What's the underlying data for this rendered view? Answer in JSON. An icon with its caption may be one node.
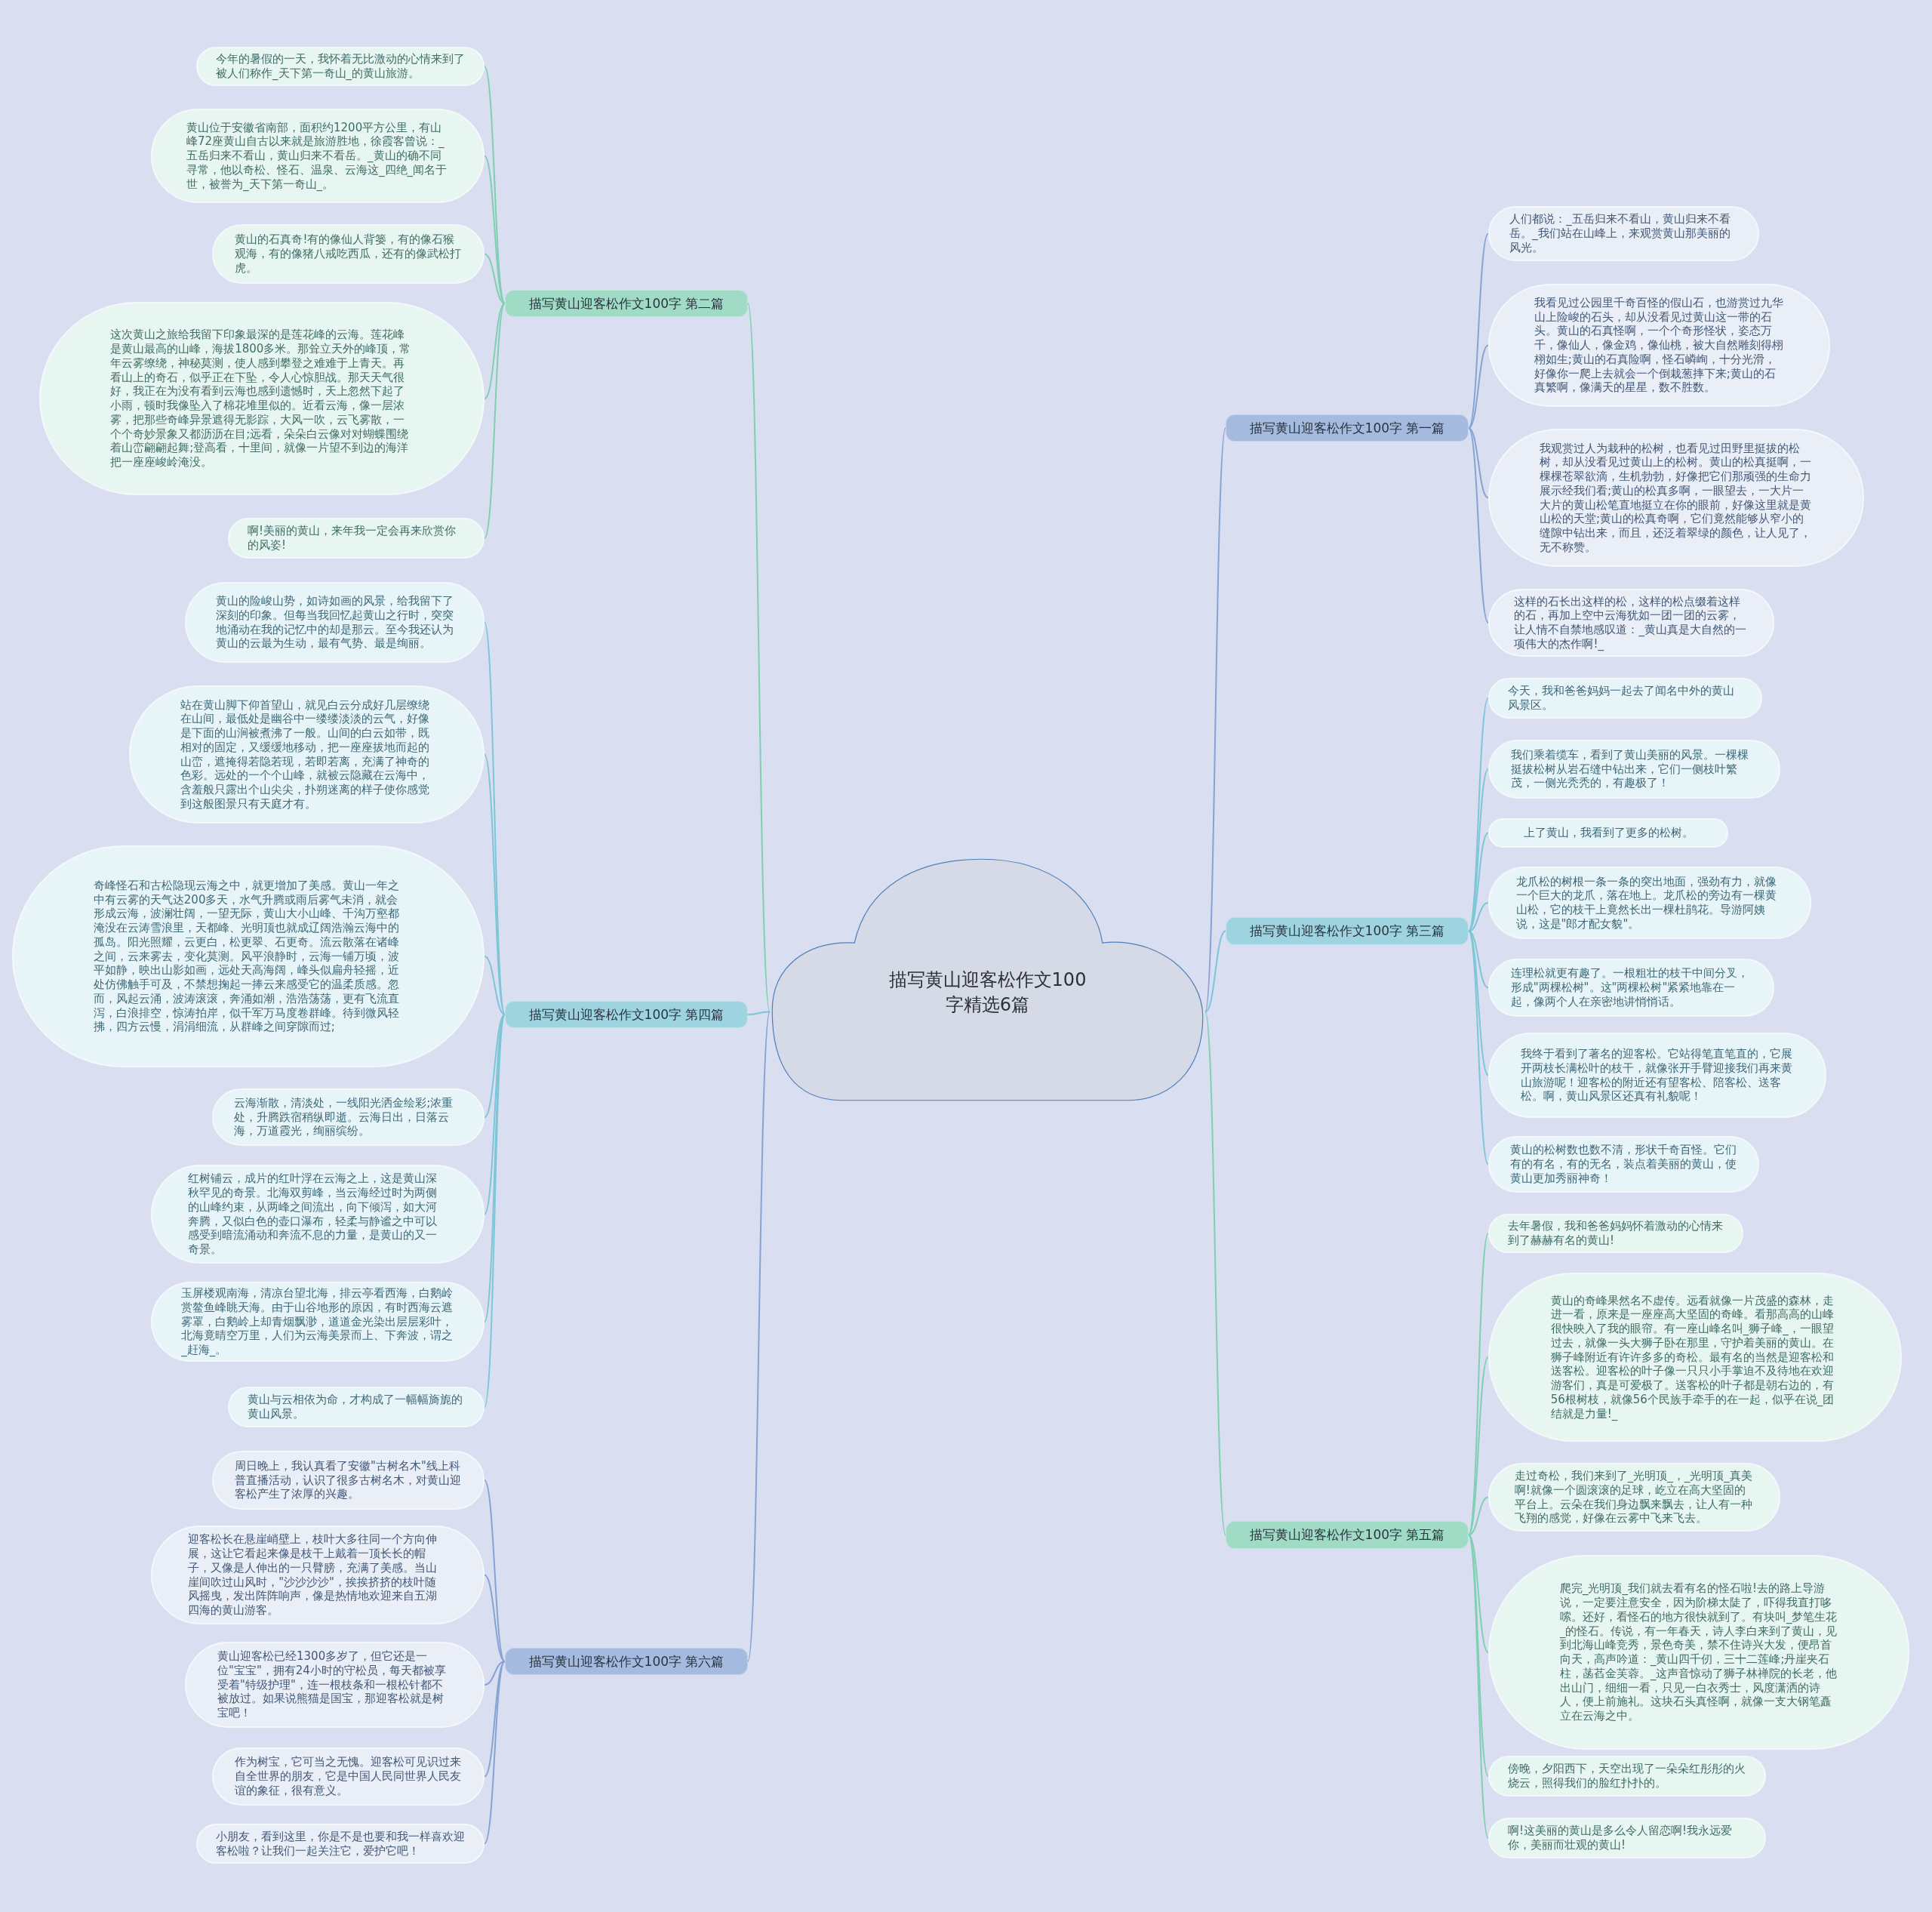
{
  "diagram": {
    "nodes": [
      {
        "text": [
          "描写黄山迎客松作文100字精选6篇"
        ]
      },
      {
        "text": [
          "描写黄山迎客松作文100字 第二篇"
        ]
      },
      {
        "text": [
          "今年的暑假的一天，我怀着无比激动的心情来到了被人们称作_天下第一奇山_的黄山旅游。"
        ]
      },
      {
        "text": [
          "黄山位于安徽省南部，面积约1200平方公里，有山峰72座黄山自古以来就是旅游胜地，徐霞客曾说：_五岳归来不看山，黄山归来不看岳。_黄山的确不同寻常，他以奇松、怪石、温泉、云海这_四绝_闻名于世，被誉为_天下第一奇山_。"
        ]
      },
      {
        "text": [
          "黄山的石真奇!有的像仙人背篓，有的像石猴观海，有的像猪八戒吃西瓜，还有的像武松打虎。"
        ]
      },
      {
        "text": [
          "这次黄山之旅给我留下印象最深的是莲花峰的云海。莲花峰是黄山最高的山峰，海拔1800多米。那耸立天外的峰顶，常年云雾缭绕，神秘莫测，使人感到攀登之难难于上青天。再看山上的奇石，似乎正在下坠，令人心惊胆战。那天天气很好，我正在为没有看到云海也感到遗憾时，天上忽然下起了小雨，顿时我像坠入了棉花堆里似的。近看云海，像一层浓雾，把那些奇峰异景遮得无影踪，大风一吹，云飞雾散，一个个奇妙景象又都沥沥在目;远看，朵朵白云像对对蝴蝶围绕着山峦翩翩起舞;登高看，十里间，就像一片望不到边的海洋把一座座峻岭淹没。"
        ]
      },
      {
        "text": [
          "啊!美丽的黄山，来年我一定会再来欣赏你的风姿!"
        ]
      },
      {
        "text": [
          "描写黄山迎客松作文100字 第四篇"
        ]
      },
      {
        "text": [
          "黄山的险峻山势，如诗如画的风景，给我留下了深刻的印象。但每当我回忆起黄山之行时，突突地涌动在我的记忆中的却是那云。至今我还认为黄山的云最为生动，最有气势、最是绚丽。"
        ]
      },
      {
        "text": [
          "站在黄山脚下仰首望山，就见白云分成好几层缭绕在山间，最低处是幽谷中一缕缕淡淡的云气，好像是下面的山涧被煮沸了一般。山间的白云如带，既相对的固定，又缓缓地移动，把一座座拔地而起的山峦，遮掩得若隐若现，若即若离，充满了神奇的色彩。远处的一个个山峰，就被云隐藏在云海中，含羞般只露出个山尖尖，扑朔迷离的样子使你感觉到这般图景只有天庭才有。"
        ]
      },
      {
        "text": [
          "奇峰怪石和古松隐现云海之中，就更增加了美感。黄山一年之中有云雾的天气达200多天，水气升腾或雨后雾气未消，就会形成云海，波澜壮阔，一望无际，黄山大小山峰、千沟万壑都淹没在云涛雪浪里，天都峰、光明顶也就成辽阔浩瀚云海中的孤岛。阳光照耀，云更白，松更翠、石更奇。流云散落在诸峰之间，云来雾去，变化莫测。风平浪静时，云海一铺万顷，波平如静，映出山影如画，远处天高海阔，峰头似扁舟轻摇，近处仿佛触手可及，不禁想掬起一捧云来感受它的温柔质感。忽而，风起云涌，波涛滚滚，奔涌如潮，浩浩荡荡，更有飞流直泻，白浪排空，惊涛拍岸，似千军万马度卷群峰。待到微风轻拂，四方云慢，涓涓细流，从群峰之间穿隙而过;"
        ]
      },
      {
        "text": [
          "云海渐散，清淡处，一线阳光洒金绘彩;浓重处，升腾跌宿稍纵即逝。云海日出，日落云海，万道霞光，绚丽缤纷。"
        ]
      },
      {
        "text": [
          "红树铺云，成片的红叶浮在云海之上，这是黄山深秋罕见的奇景。北海双剪峰，当云海经过时为两侧的山峰约束，从两峰之间流出，向下倾泻，如大河奔腾，又似白色的壶口瀑布，轻柔与静谧之中可以感受到暗流涌动和奔流不息的力量，是黄山的又一奇景。"
        ]
      },
      {
        "text": [
          "玉屏楼观南海，清凉台望北海，排云亭看西海，白鹅岭赏鳌鱼峰眺天海。由于山谷地形的原因，有时西海云遮雾罩，白鹅岭上却青烟飘渺，道道金光染出层层彩叶，北海竟晴空万里，人们为云海美景而上、下奔波，谓之_赶海_。"
        ]
      },
      {
        "text": [
          "黄山与云相依为命，才构成了一幅幅旖旎的黄山风景。"
        ]
      },
      {
        "text": [
          "描写黄山迎客松作文100字 第六篇"
        ]
      },
      {
        "text": [
          "周日晚上，我认真看了安徽\"古树名木\"线上科普直播活动，认识了很多古树名木，对黄山迎客松产生了浓厚的兴趣。"
        ]
      },
      {
        "text": [
          "迎客松长在悬崖峭壁上，枝叶大多往同一个方向伸展，这让它看起来像是枝干上戴着一顶长长的帽子，又像是人伸出的一只臂膀，充满了美感。当山崖间吹过山风时，\"沙沙沙沙\"，挨挨挤挤的枝叶随风摇曳，发出阵阵响声，像是热情地欢迎来自五湖四海的黄山游客。"
        ]
      },
      {
        "text": [
          "黄山迎客松已经1300多岁了，但它还是一位\"宝宝\"，拥有24小时的守松员，每天都被享受着\"特级护理\"，连一根枝条和一根松针都不被放过。如果说熊猫是国宝，那迎客松就是树宝吧！"
        ]
      },
      {
        "text": [
          "作为树宝，它可当之无愧。迎客松可见识过来自全世界的朋友，它是中国人民同世界人民友谊的象征，很有意义。"
        ]
      },
      {
        "text": [
          "小朋友，看到这里，你是不是也要和我一样喜欢迎客松啦？让我们一起关注它，爱护它吧！"
        ]
      },
      {
        "text": [
          "描写黄山迎客松作文100字 第一篇"
        ]
      },
      {
        "text": [
          "人们都说：_五岳归来不看山，黄山归来不看岳。_我们站在山峰上，来观赏黄山那美丽的风光。"
        ]
      },
      {
        "text": [
          "我看见过公园里千奇百怪的假山石，也游赏过九华山上险峻的石头，却从没看见过黄山这一带的石头。黄山的石真怪啊，一个个奇形怪状，姿态万千，像仙人，像金鸡，像仙桃，被大自然雕刻得栩栩如生;黄山的石真险啊，怪石嶙峋，十分光滑，好像你一爬上去就会一个倒栽葱摔下来;黄山的石真繁啊，像满天的星星，数不胜数。"
        ]
      },
      {
        "text": [
          "我观赏过人为栽种的松树，也看见过田野里挺拔的松树，却从没看见过黄山上的松树。黄山的松真挺啊，一棵棵苍翠欲滴，生机勃勃，好像把它们那顽强的生命力展示经我们看;黄山的松真多啊，一眼望去，一大片一大片的黄山松笔直地挺立在你的眼前，好像这里就是黄山松的天堂;黄山的松真奇啊，它们竟然能够从窄小的缝隙中钻出来，而且，还泛着翠绿的颜色，让人见了，无不称赞。"
        ]
      },
      {
        "text": [
          "这样的石长出这样的松，这样的松点缀着这样的石，再加上空中云海犹如一团一团的云雾，让人情不自禁地感叹道：_黄山真是大自然的一项伟大的杰作啊!_"
        ]
      },
      {
        "text": [
          "描写黄山迎客松作文100字 第三篇"
        ]
      },
      {
        "text": [
          "今天，我和爸爸妈妈一起去了闻名中外的黄山风景区。"
        ]
      },
      {
        "text": [
          "我们乘着缆车，看到了黄山美丽的风景。一棵棵挺拔松树从岩石缝中钻出来，它们一侧枝叶繁茂，一侧光秃秃的，有趣极了！"
        ]
      },
      {
        "text": [
          "上了黄山，我看到了更多的松树。"
        ]
      },
      {
        "text": [
          "龙爪松的树根一条一条的突出地面，强劲有力，就像一个巨大的龙爪，落在地上。龙爪松的旁边有一棵黄山松，它的枝干上竟然长出一棵杜鹃花。导游阿姨说，这是\"郎才配女貌\"。"
        ]
      },
      {
        "text": [
          "连理松就更有趣了。一根粗壮的枝干中间分叉，形成\"两棵松树\"。这\"两棵松树\"紧紧地靠在一起，像两个人在亲密地讲悄悄话。"
        ]
      },
      {
        "text": [
          "我终于看到了著名的迎客松。它站得笔直笔直的，它展开两枝长满松叶的枝干，就像张开手臂迎接我们再来黄山旅游呢！迎客松的附近还有望客松、陪客松、送客松。啊，黄山风景区还真有礼貌呢！"
        ]
      },
      {
        "text": [
          "黄山的松树数也数不清，形状千奇百怪。它们有的有名，有的无名，装点着美丽的黄山，使黄山更加秀丽神奇！"
        ]
      },
      {
        "text": [
          "描写黄山迎客松作文100字 第五篇"
        ]
      },
      {
        "text": [
          "去年暑假，我和爸爸妈妈怀着激动的心情来到了赫赫有名的黄山!"
        ]
      },
      {
        "text": [
          "黄山的奇峰果然名不虚传。远看就像一片茂盛的森林，走进一看，原来是一座座高大坚固的奇峰。看那高高的山峰很快映入了我的眼帘。有一座山峰名叫_狮子峰_，一眼望过去，就像一头大狮子卧在那里，守护着美丽的黄山。在狮子峰附近有许许多多的奇松。最有名的当然是迎客松和送客松。迎客松的叶子像一只只小手掌迫不及待地在欢迎游客们，真是可爱极了。送客松的叶子都是朝右边的，有56根树枝，就像56个民族手牵手的在一起，似乎在说_团结就是力量!_"
        ]
      },
      {
        "text": [
          "走过奇松，我们来到了_光明顶_，_光明顶_真美啊!就像一个圆滚滚的足球，屹立在高大坚固的平台上。云朵在我们身边飘来飘去，让人有一种飞翔的感觉，好像在云雾中飞来飞去。"
        ]
      },
      {
        "text": [
          "爬完_光明顶_我们就去看有名的怪石啦!去的路上导游说，一定要注意安全，因为阶梯太陡了，吓得我直打哆嗦。还好，看怪石的地方很快就到了。有块叫_梦笔生花_的怪石。传说，有一年春天，诗人李白来到了黄山，见到北海山峰竞秀，景色奇美，禁不住诗兴大发，便昂首向天，高声吟道：_黄山四千仞，三十二莲峰;丹崖夹石柱，菡萏金芙蓉。_这声音惊动了狮子林禅院的长老，他出山门，细细一看，只见一白衣秀士，风度潇洒的诗人，便上前施礼。这块石头真怪啊，就像一支大钢笔矗立在云海之中。"
        ]
      },
      {
        "text": [
          "傍晚，夕阳西下，天空出现了一朵朵红彤彤的火烧云，照得我们的脸红扑扑的。"
        ]
      },
      {
        "text": [
          "啊!这美丽的黄山是多么令人留恋啊!我永远爱你，美丽而壮观的黄山!"
        ]
      }
    ],
    "edges": [
      {
        "from": 0,
        "to": 1,
        "arrow": "none",
        "color": "#7fcfb2"
      },
      {
        "from": 0,
        "to": 7,
        "arrow": "none",
        "color": "#7cc6d6"
      },
      {
        "from": 0,
        "to": 15,
        "arrow": "none",
        "color": "#86a3d4"
      },
      {
        "from": 0,
        "to": 21,
        "arrow": "none",
        "color": "#86a3d4"
      },
      {
        "from": 0,
        "to": 26,
        "arrow": "none",
        "color": "#7cc6d6"
      },
      {
        "from": 0,
        "to": 34,
        "arrow": "none",
        "color": "#7fcfb2"
      },
      {
        "from": 1,
        "to": 2,
        "arrow": "none",
        "color": "#7fcfb2"
      },
      {
        "from": 1,
        "to": 3,
        "arrow": "none",
        "color": "#7fcfb2"
      },
      {
        "from": 1,
        "to": 4,
        "arrow": "none",
        "color": "#7fcfb2"
      },
      {
        "from": 1,
        "to": 5,
        "arrow": "none",
        "color": "#7fcfb2"
      },
      {
        "from": 1,
        "to": 6,
        "arrow": "none",
        "color": "#7fcfb2"
      },
      {
        "from": 7,
        "to": 8,
        "arrow": "none",
        "color": "#7cc6d6"
      },
      {
        "from": 7,
        "to": 9,
        "arrow": "none",
        "color": "#7cc6d6"
      },
      {
        "from": 7,
        "to": 10,
        "arrow": "none",
        "color": "#7cc6d6"
      },
      {
        "from": 7,
        "to": 11,
        "arrow": "none",
        "color": "#7cc6d6"
      },
      {
        "from": 7,
        "to": 12,
        "arrow": "none",
        "color": "#7cc6d6"
      },
      {
        "from": 7,
        "to": 13,
        "arrow": "none",
        "color": "#7cc6d6"
      },
      {
        "from": 7,
        "to": 14,
        "arrow": "none",
        "color": "#7cc6d6"
      },
      {
        "from": 15,
        "to": 16,
        "arrow": "none",
        "color": "#86a3d4"
      },
      {
        "from": 15,
        "to": 17,
        "arrow": "none",
        "color": "#86a3d4"
      },
      {
        "from": 15,
        "to": 18,
        "arrow": "none",
        "color": "#86a3d4"
      },
      {
        "from": 15,
        "to": 19,
        "arrow": "none",
        "color": "#86a3d4"
      },
      {
        "from": 15,
        "to": 20,
        "arrow": "none",
        "color": "#86a3d4"
      },
      {
        "from": 21,
        "to": 22,
        "arrow": "none",
        "color": "#86a3d4"
      },
      {
        "from": 21,
        "to": 23,
        "arrow": "none",
        "color": "#86a3d4"
      },
      {
        "from": 21,
        "to": 24,
        "arrow": "none",
        "color": "#86a3d4"
      },
      {
        "from": 21,
        "to": 25,
        "arrow": "none",
        "color": "#86a3d4"
      },
      {
        "from": 26,
        "to": 27,
        "arrow": "none",
        "color": "#7cc6d6"
      },
      {
        "from": 26,
        "to": 28,
        "arrow": "none",
        "color": "#7cc6d6"
      },
      {
        "from": 26,
        "to": 29,
        "arrow": "none",
        "color": "#7cc6d6"
      },
      {
        "from": 26,
        "to": 30,
        "arrow": "none",
        "color": "#7cc6d6"
      },
      {
        "from": 26,
        "to": 31,
        "arrow": "none",
        "color": "#7cc6d6"
      },
      {
        "from": 26,
        "to": 32,
        "arrow": "none",
        "color": "#7cc6d6"
      },
      {
        "from": 26,
        "to": 33,
        "arrow": "none",
        "color": "#7cc6d6"
      },
      {
        "from": 34,
        "to": 35,
        "arrow": "none",
        "color": "#7fcfb2"
      },
      {
        "from": 34,
        "to": 36,
        "arrow": "none",
        "color": "#7fcfb2"
      },
      {
        "from": 34,
        "to": 37,
        "arrow": "none",
        "color": "#7fcfb2"
      },
      {
        "from": 34,
        "to": 38,
        "arrow": "none",
        "color": "#7fcfb2"
      },
      {
        "from": 34,
        "to": 39,
        "arrow": "none",
        "color": "#7fcfb2"
      },
      {
        "from": 34,
        "to": 40,
        "arrow": "none",
        "color": "#7fcfb2"
      }
    ]
  }
}
